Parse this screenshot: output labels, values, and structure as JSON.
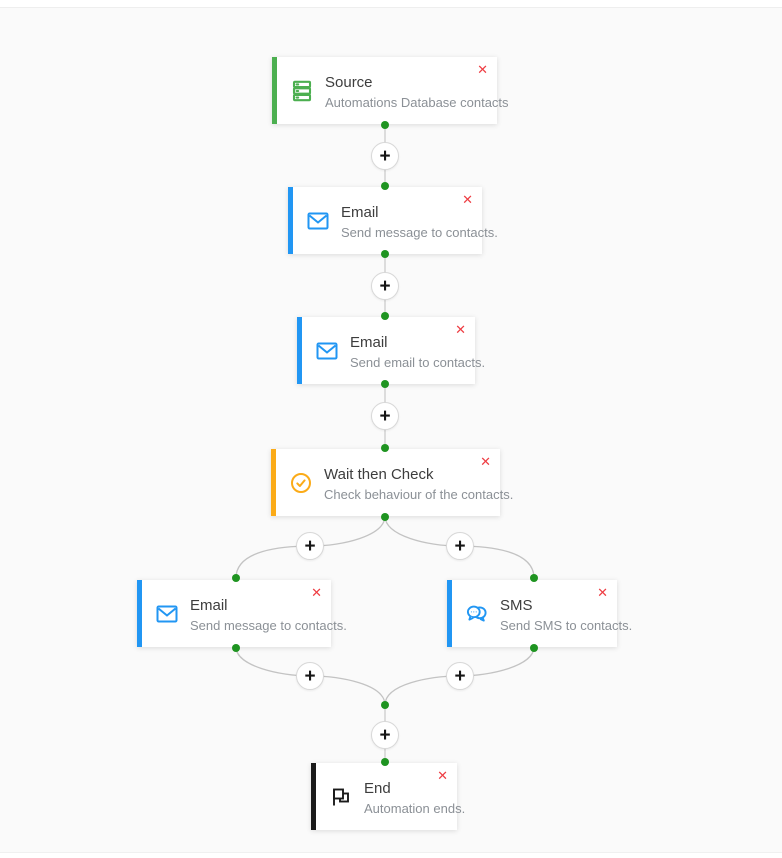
{
  "page": {
    "background": "#fafafa"
  },
  "icons": {
    "add": "+",
    "close": "✕"
  },
  "colors": {
    "red": "#ee3d43",
    "dot_green": "#1f9421",
    "line_gray": "#c3c3c3",
    "green": "#4caf50",
    "blue": "#2196f3",
    "orange": "#fbab18",
    "black": "#1a1a1a"
  },
  "nodes": [
    {
      "title": "Source",
      "subtitle": "Automations Database contacts",
      "icon": "database-icon",
      "accent": "#4caf50"
    },
    {
      "title": "Email",
      "subtitle": "Send message to contacts.",
      "icon": "envelope-icon",
      "accent": "#2196f3"
    },
    {
      "title": "Email",
      "subtitle": "Send email to contacts.",
      "icon": "envelope-icon",
      "accent": "#2196f3"
    },
    {
      "title": "Wait then Check",
      "subtitle": "Check behaviour of the contacts.",
      "icon": "check-circle-icon",
      "accent": "#fbab18"
    },
    {
      "title": "Email",
      "subtitle": "Send message to contacts.",
      "icon": "envelope-icon",
      "accent": "#2196f3"
    },
    {
      "title": "SMS",
      "subtitle": "Send SMS to contacts.",
      "icon": "chat-bubble-icon",
      "accent": "#2196f3"
    },
    {
      "title": "End",
      "subtitle": "Automation ends.",
      "icon": "flag-icon",
      "accent": "#1a1a1a"
    }
  ]
}
